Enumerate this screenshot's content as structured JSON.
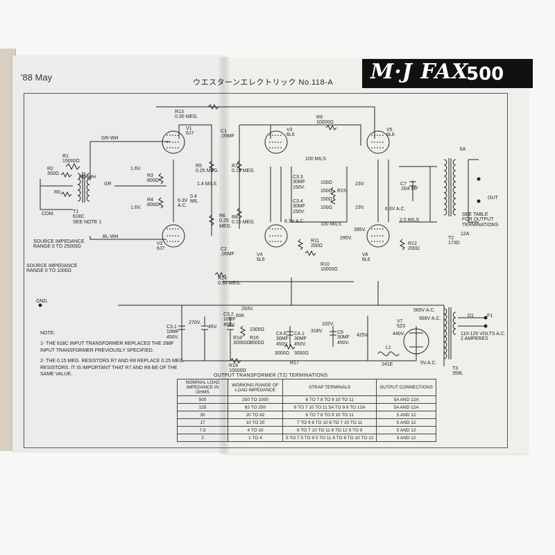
{
  "header": {
    "page_date": "'88 May",
    "title": "ウエスターンエレクトリック No.118-A",
    "brand_main": "M·J FAX",
    "brand_number": "500"
  },
  "tubes": {
    "v1": "V1\n6J7",
    "v2": "V2\n6J7",
    "v3": "V3\n6L6",
    "v4": "V4\n6L6",
    "v5": "V5\n6L6",
    "v6": "V6\n6L6",
    "v7": "V7\n5Z3"
  },
  "labels": {
    "r13": "R13\n0.30 MEG.",
    "r9": "R9\n10000Ω",
    "c1": "C1\n.05MF",
    "c2": "C2\n.05MF",
    "r1": "R1\n15000Ω",
    "r2": "R2\n300Ω",
    "r0": "R0",
    "com": "COM.",
    "t1": "T1\n618C\nSEE NOTE 1",
    "gr_wh": "GR-WH",
    "rd_wh": "RD-WH",
    "gr": "GR",
    "bl_wh": "BL-WH",
    "src_imp1": "SOURCE IMPEDANCE\nRANGE 0 TO 25000Ω",
    "src_imp2": "SOURCE IMPEDANCE\nRANGE 0 TO 1000Ω",
    "r3": "R3\n800Ω",
    "r4": "R4\n800Ω",
    "v16a": "1.6V.",
    "v16b": "1.6V.",
    "v63ac1": "6.3V\nA.C.",
    "r5": "R5\n0.25 MEG.",
    "mils14": "1.4 MILS",
    "mils04": "0.4\nMIL",
    "r7": "R7\n0.15 MEG.",
    "r6": "R6\n0.25\nMEG.",
    "r8": "R8\n0.15 MEG.",
    "c33": "C3.3\n30MF\n150V.",
    "c34": "C3.4\n30MF\n150V.",
    "mils100a": "100 MILS",
    "mils100b": "100 MILS",
    "r15": "R15",
    "ohm100": "100Ω",
    "ohm150a": "150Ω",
    "ohm150b": "150Ω",
    "ohm100b": "100Ω",
    "v23a": "23V.",
    "v23b": "23V.",
    "v63ac2": "6.3V A.C.",
    "v395": "395V.",
    "mils25": "2.5 MILS",
    "c7": "C7\n.004 MF",
    "r11": "R11\n200Ω",
    "r12": "R12\n200Ω",
    "v295": "295V.",
    "r10": "R10\n10000Ω",
    "r14": "R14\n0.30 MEG.",
    "v63ac3": "6.3V A.C.",
    "t2": "T2\n173D",
    "sa": "SA",
    "out": "OUT",
    "see_table": "SEE TABLE\nFOR OUTPUT\nTERMINATIONS",
    "t12a": "12A",
    "gnd": "GND.",
    "c31": "C3.1\n10MF\n450V.",
    "v270": "270V.",
    "v45": "45V.",
    "c32": "C3.2\n10MF\n450V.",
    "v293": "293V.",
    "ohm60k": "60K",
    "ohm2300": "2300Ω",
    "r18": "R18\n30000Ω",
    "r16": "R16\n8500Ω",
    "c4": "C4.E\n30MF\n450V.",
    "c41": "C4.1\n30MF\n450V.",
    "v318": "318V.",
    "v102": "102V.",
    "c5": "C5\n30MF\n450V.",
    "v425": "425V.",
    "ohm3000a": "3000Ω",
    "ohm3000b": "3000Ω",
    "r17": "R17",
    "r19": "R19\n10000Ω",
    "l1": "L1",
    "l241": "241E",
    "v565": "565V A.C.",
    "v569": "569V A.C.",
    "v440": "440V.",
    "v5ac": "5V.A.C.",
    "d1": "D1",
    "f1": "F1",
    "mains": "110-125 VOLTS A.C.\n2 AMPERES",
    "t3": "T3\n359L"
  },
  "notes": {
    "heading": "NOTE:",
    "n1": "1- THE 618C INPUT TRANSFORMER REPLACES THE 288F INPUT TRANSFORMER PREVIOUSLY SPECIFIED.",
    "n2": "2- THE 0.15 MEG. RESISTORS R7 AND R8 REPLACE 0.25 MEG. RESISTORS. IT IS IMPORTANT THAT R7 AND R8 BE OF THE SAME VALUE."
  },
  "table": {
    "title": "OUTPUT TRANSFORMER (T2) TERMINATIONS",
    "headers": [
      "NOMINAL LOAD IMPEDANCE IN OHMS",
      "WORKING RANGE OF LOAD IMPEDANCE",
      "STRAP TERMINALS",
      "OUTPUT CONNECTIONS"
    ],
    "rows": [
      [
        "500",
        "250 TO 1000",
        "6 TO 7   8 TO 9   10 TO 11",
        "5A AND 12A"
      ],
      [
        "125",
        "62 TO 250",
        "6 TO 7   10 TO 11   5A TO 9   8 TO 12A",
        "5A AND 12A"
      ],
      [
        "30",
        "20 TO 62",
        "6 TO 7   8 TO 9   10 TO 11",
        "5 AND 12"
      ],
      [
        "17",
        "10 TO 20",
        "7 TO 9   8 TO 10   6 TO 7   10 TO 11",
        "5 AND 12"
      ],
      [
        "7.5",
        "4 TO 10",
        "6 TO 7   10 TO 11   8 TO 12   5 TO 9",
        "5 AND 12"
      ],
      [
        "2",
        "1 TO 4",
        "5 TO 7   5 TO 9   5 TO 11   6 TO 8 TO 10 TO 12",
        "3 AND 12"
      ]
    ]
  }
}
